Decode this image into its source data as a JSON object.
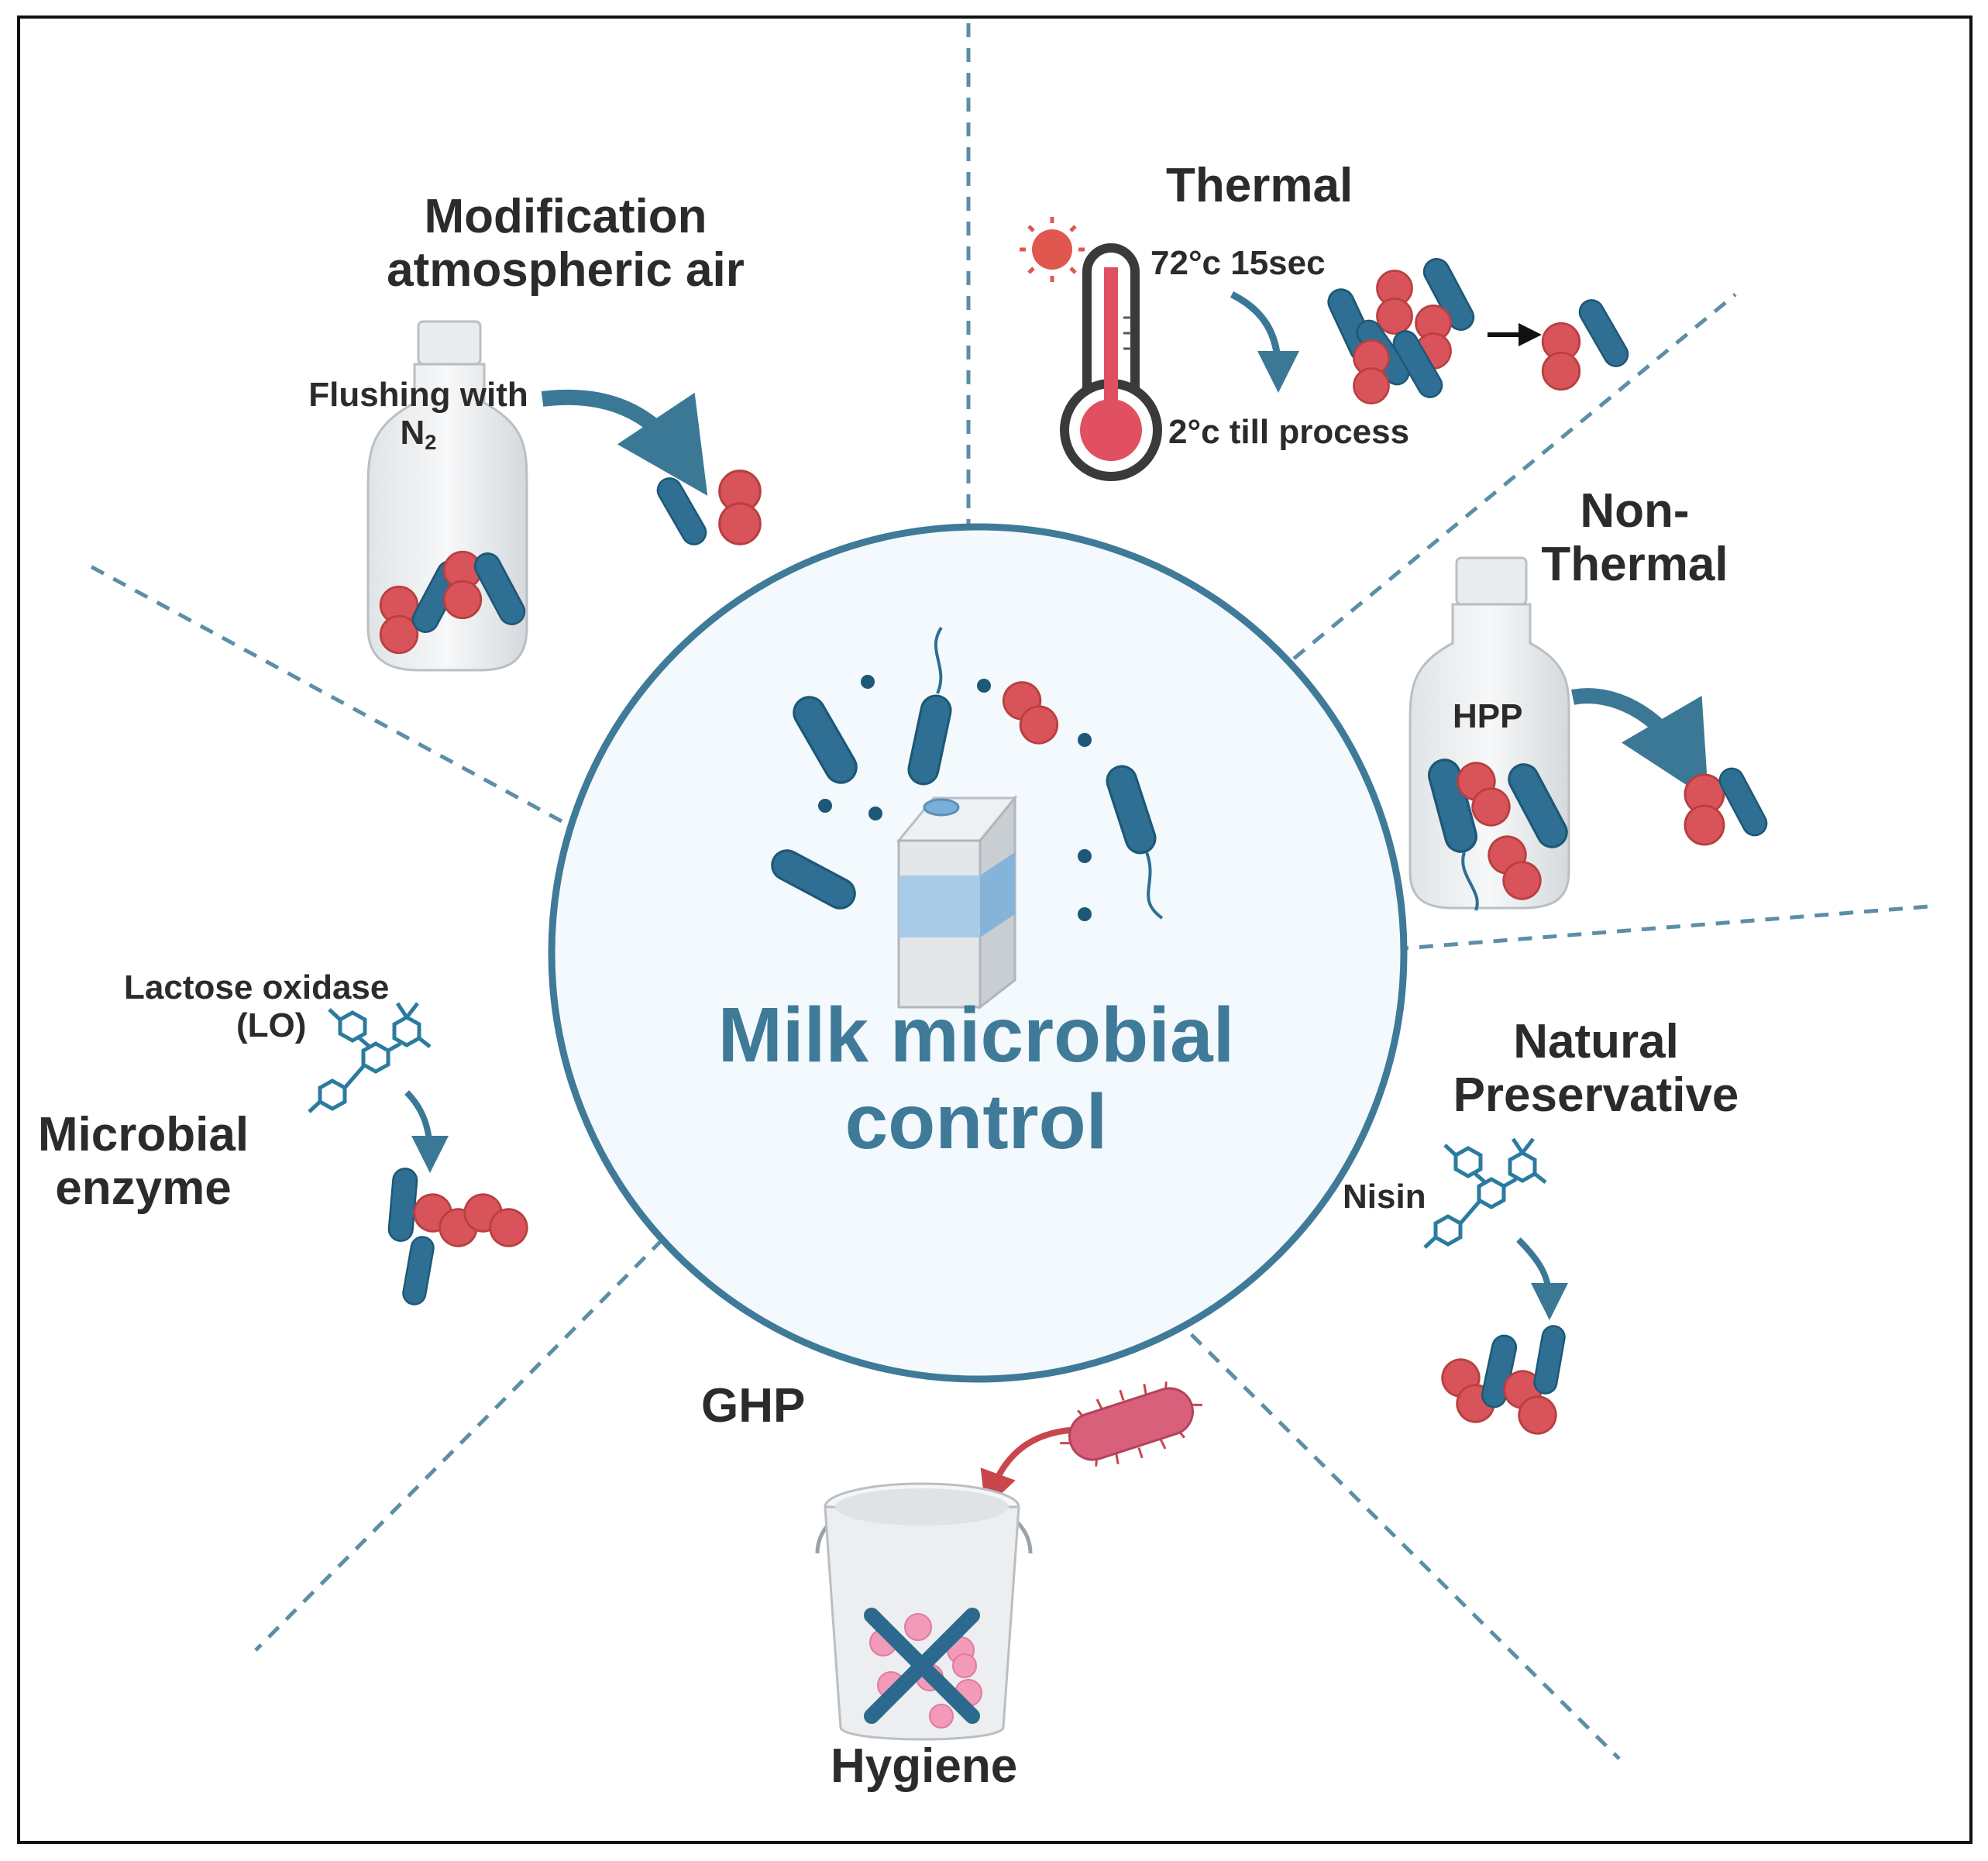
{
  "center": {
    "title_line1": "Milk microbial",
    "title_line2": "control"
  },
  "sections": {
    "modification": {
      "title_line1": "Modification",
      "title_line2": "atmospheric air",
      "flushing": "Flushing with",
      "gas": "N",
      "gas_subscript": "2"
    },
    "thermal": {
      "title": "Thermal",
      "step1": "72°c 15sec",
      "step2": "2°c till process"
    },
    "non_thermal": {
      "title_line1": "Non-",
      "title_line2": "Thermal",
      "method": "HPP"
    },
    "natural_preservative": {
      "title_line1": "Natural",
      "title_line2": "Preservative",
      "agent": "Nisin"
    },
    "ghp": {
      "label": "GHP",
      "title": "Hygiene"
    },
    "microbial_enzyme": {
      "title_line1": "Microbial",
      "title_line2": "enzyme",
      "agent_line1": "Lactose oxidase",
      "agent_line2": "(LO)"
    }
  },
  "colors": {
    "rod_bacteria": "#2e6f93",
    "cocci_bacteria": "#d9545a",
    "circle_border": "#3f7a98",
    "circle_fill": "#f3f9fc",
    "arrow": "#3b7896",
    "pathogen": "#d9607a",
    "thermometer_fill": "#e05060"
  }
}
